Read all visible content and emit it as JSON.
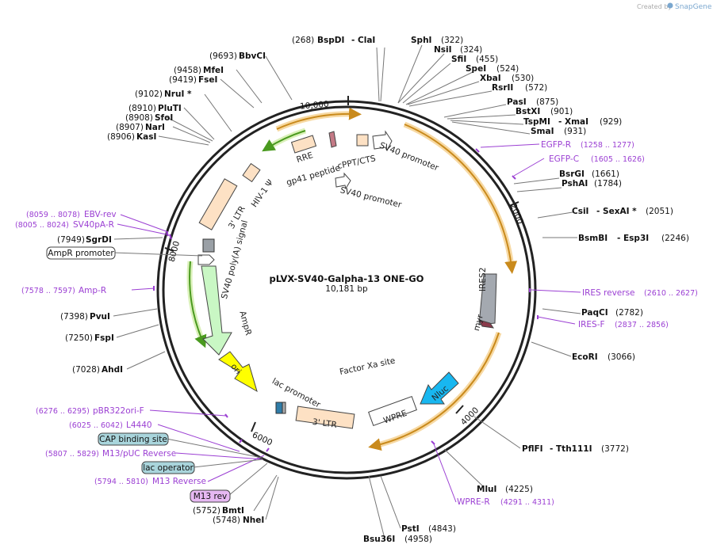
{
  "plasmid": {
    "name": "pLVX-SV40-Galpha-13 ONE-GO",
    "size": "10,181 bp"
  },
  "credit": {
    "created_by": "Created by",
    "brand": "SnapGene"
  },
  "ticks": {
    "t10000": "10,000",
    "t2000": "2000",
    "t4000": "4000",
    "t6000": "6000",
    "t8000": "8000"
  },
  "sites": {
    "s268": {
      "pos": "(268)",
      "name": "BspDI",
      "alt": "- ClaI"
    },
    "s322": {
      "pos": "(322)",
      "name": "SphI"
    },
    "s324": {
      "pos": "(324)",
      "name": "NsiI"
    },
    "s455": {
      "pos": "(455)",
      "name": "SfiI"
    },
    "s524": {
      "pos": "(524)",
      "name": "SpeI"
    },
    "s530": {
      "pos": "(530)",
      "name": "XbaI"
    },
    "s572": {
      "pos": "(572)",
      "name": "RsrII"
    },
    "s875": {
      "pos": "(875)",
      "name": "PasI"
    },
    "s901": {
      "pos": "(901)",
      "name": "BstXI"
    },
    "s929": {
      "pos": "(929)",
      "name": "TspMI",
      "alt": "- XmaI"
    },
    "s931": {
      "pos": "(931)",
      "name": "SmaI"
    },
    "s1661": {
      "pos": "(1661)",
      "name": "BsrGI"
    },
    "s1784": {
      "pos": "(1784)",
      "name": "PshAI"
    },
    "s2051": {
      "pos": "(2051)",
      "name": "CsiI",
      "alt": "- SexAI *"
    },
    "s2246": {
      "pos": "(2246)",
      "name": "BsmBI",
      "alt": "- Esp3I"
    },
    "s2782": {
      "pos": "(2782)",
      "name": "PaqCI"
    },
    "s3066": {
      "pos": "(3066)",
      "name": "EcoRI"
    },
    "s3772": {
      "pos": "(3772)",
      "name": "PflFI",
      "alt": "- Tth111I"
    },
    "s4225": {
      "pos": "(4225)",
      "name": "MluI"
    },
    "s4843": {
      "pos": "(4843)",
      "name": "PstI"
    },
    "s4958": {
      "pos": "(4958)",
      "name": "Bsu36I"
    },
    "s5748": {
      "pos": "(5748)",
      "name": "NheI"
    },
    "s5752": {
      "pos": "(5752)",
      "name": "BmtI"
    },
    "s7028": {
      "pos": "(7028)",
      "name": "AhdI"
    },
    "s7250": {
      "pos": "(7250)",
      "name": "FspI"
    },
    "s7398": {
      "pos": "(7398)",
      "name": "PvuI"
    },
    "s7949": {
      "pos": "(7949)",
      "name": "SgrDI"
    },
    "s8906": {
      "pos": "(8906)",
      "name": "KasI"
    },
    "s8907": {
      "pos": "(8907)",
      "name": "NarI"
    },
    "s8908": {
      "pos": "(8908)",
      "name": "SfoI"
    },
    "s8910": {
      "pos": "(8910)",
      "name": "PluTI"
    },
    "s9102": {
      "pos": "(9102)",
      "name": "NruI *"
    },
    "s9419": {
      "pos": "(9419)",
      "name": "FseI"
    },
    "s9458": {
      "pos": "(9458)",
      "name": "MfeI"
    },
    "s9693": {
      "pos": "(9693)",
      "name": "BbvCI"
    }
  },
  "primers": {
    "egfpR": {
      "name": "EGFP-R",
      "range": "(1258 .. 1277)"
    },
    "egfpC": {
      "name": "EGFP-C",
      "range": "(1605 .. 1626)"
    },
    "iresRev": {
      "name": "IRES reverse",
      "range": "(2610 .. 2627)"
    },
    "iresF": {
      "name": "IRES-F",
      "range": "(2837 .. 2856)"
    },
    "wpreR": {
      "name": "WPRE-R",
      "range": "(4291 .. 4311)"
    },
    "m13rev": {
      "name": "M13 Reverse",
      "range": "(5794 .. 5810)"
    },
    "m13puc": {
      "name": "M13/pUC Reverse",
      "range": "(5807 .. 5829)"
    },
    "l4440": {
      "name": "L4440",
      "range": "(6025 .. 6042)"
    },
    "pbr322": {
      "name": "pBR322ori-F",
      "range": "(6276 .. 6295)"
    },
    "ampR": {
      "name": "Amp-R",
      "range": "(7578 .. 7597)"
    },
    "sv40paR": {
      "name": "SV40pA-R",
      "range": "(8005 .. 8024)"
    },
    "ebvRev": {
      "name": "EBV-rev",
      "range": "(8059 .. 8078)"
    }
  },
  "boxed": {
    "ampr_promoter": "AmpR promoter",
    "cap_site": "CAP binding site",
    "lac_operator": "lac operator",
    "m13_rev": "M13 rev"
  },
  "features": {
    "rre": "RRE",
    "gp41": "gp41 peptide",
    "cppt": "cPPT/CTS",
    "sv40_promoter_a": "SV40 promoter",
    "sv40_promoter_b": "SV40 promoter",
    "ltr3_top": "3' LTR",
    "hiv_psi": "HIV-1 Ψ",
    "sv40_polya": "SV40 poly(A) signal",
    "ires2": "IRES2",
    "myr": "myr",
    "factor_xa": "Factor Xa site",
    "nluc": "Nluc",
    "wpre": "WPRE",
    "ltr3_bottom": "3' LTR",
    "lac_promoter": "lac promoter",
    "ori": "ori",
    "ampr": "AmpR"
  },
  "colors": {
    "backbone": "#222222",
    "orange_arc": "#c98a1c",
    "orange_glow": "#f7d9a3",
    "green_arc": "#4a9a1f",
    "green_glow": "#d9f0b8",
    "primer": "#9b3fd3",
    "ampr_fill": "#c9f7c4",
    "ori_fill": "#ffff00",
    "nluc_fill": "#18b7f0",
    "ltr_fill": "#fde1c4",
    "ires_fill": "#a4a9b0",
    "cap_fill": "#a9d5dc",
    "m13rev_fill": "#e6b8f2"
  }
}
